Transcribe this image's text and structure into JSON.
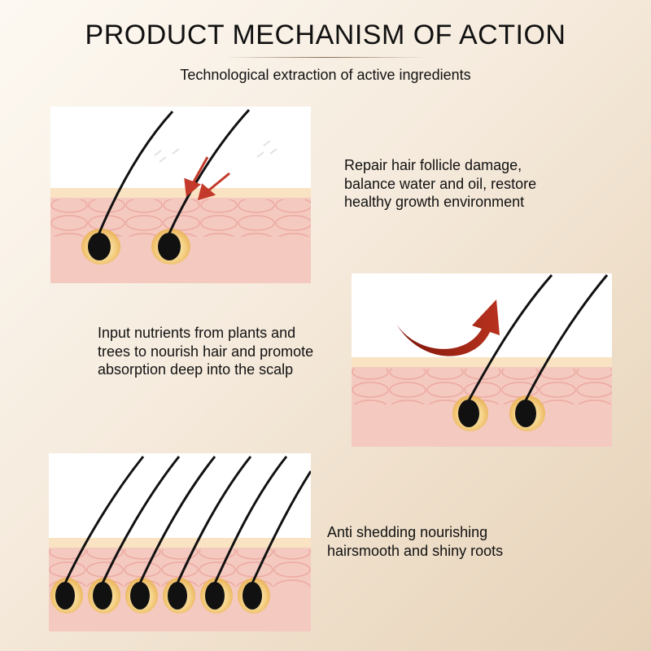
{
  "header": {
    "title": "PRODUCT MECHANISM OF ACTION",
    "subtitle": "Technological extraction of active ingredients"
  },
  "steps": [
    {
      "description": "Repair hair follicle damage, balance water and oil, restore healthy growth environment"
    },
    {
      "description": "Input nutrients from plants and trees to nourish hair and promote absorption deep into the scalp"
    },
    {
      "description": "Anti shedding nourishing hairsmooth and shiny roots"
    }
  ],
  "colors": {
    "skin": "#f4c9c0",
    "skin_line": "#ecaaa1",
    "epidermis": "#f9e3c2",
    "follicle": "#f2c067",
    "hair": "#111111",
    "arrow": "#a32618"
  }
}
